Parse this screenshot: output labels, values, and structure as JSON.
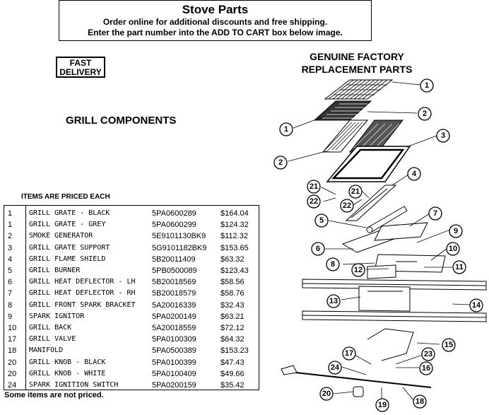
{
  "header": {
    "title": "Stove Parts",
    "line1": "Order online for additional discounts and free shipping.",
    "line2": "Enter the part number into the ADD TO CART box below image."
  },
  "badge": {
    "line1": "FAST",
    "line2": "DELIVERY"
  },
  "genuine": {
    "line1": "GENUINE FACTORY",
    "line2": "REPLACEMENT PARTS"
  },
  "section_title": "GRILL COMPONENTS",
  "items_title": "ITEMS ARE PRICED EACH",
  "parts": [
    {
      "ref": "1",
      "desc": "GRILL GRATE - BLACK",
      "part": "5PA0600289",
      "price": "$164.04"
    },
    {
      "ref": "1",
      "desc": "GRILL GRATE - GREY",
      "part": "5PA0600299",
      "price": "$124.32"
    },
    {
      "ref": "2",
      "desc": "SMOKE GENERATOR",
      "part": "5E9101130BK9",
      "price": "$112.32"
    },
    {
      "ref": "3",
      "desc": " GRILL GRATE SUPPORT",
      "part": "5G9101182BK9",
      "price": "$153.65"
    },
    {
      "ref": "4",
      "desc": "GRILL FLAME SHIELD",
      "part": "5B20011409",
      "price": "$63.32"
    },
    {
      "ref": "5",
      "desc": "GRILL BURNER",
      "part": "5PB0500089",
      "price": "$123.43"
    },
    {
      "ref": "6",
      "desc": "GRILL HEAT DEFLECTOR - LH",
      "part": "5B20018569",
      "price": "$58.56"
    },
    {
      "ref": "7",
      "desc": "GRILL HEAT DEFLECTOR - RH",
      "part": "5B20018579",
      "price": "$58.76"
    },
    {
      "ref": "8",
      "desc": "GRILL FRONT SPARK BRACKET",
      "part": "5A20016339",
      "price": "$32.43"
    },
    {
      "ref": "9",
      "desc": "SPARK IGNITOR",
      "part": "5PA0200149",
      "price": "$63.21"
    },
    {
      "ref": "10",
      "desc": "GRILL BACK",
      "part": " 5A20018559",
      "price": "$72.12"
    },
    {
      "ref": "17",
      "desc": "GRILL VALVE",
      "part": " 5PA0100309",
      "price": "$64.32"
    },
    {
      "ref": "18",
      "desc": "MANIFOLD",
      "part": " 5PA0500389",
      "price": "$153.23"
    },
    {
      "ref": "20",
      "desc": "GRILL KNOB - BLACK",
      "part": " 5PA0100399",
      "price": "$47.43"
    },
    {
      "ref": "20",
      "desc": "GRILL KNOB - WHITE",
      "part": " 5PA0100409",
      "price": "$49.66"
    },
    {
      "ref": "24",
      "desc": "SPARK IGNITION SWITCH",
      "part": " 5PA0200159",
      "price": "$35.42"
    }
  ],
  "note": "Some items are not priced.",
  "callouts": [
    "1",
    "2",
    "1",
    "3",
    "2",
    "4",
    "21",
    "21",
    "22",
    "22",
    "5",
    "7",
    "9",
    "6",
    "10",
    "8",
    "12",
    "11",
    "13",
    "14",
    "15",
    "17",
    "23",
    "24",
    "16",
    "20",
    "19",
    "18"
  ]
}
